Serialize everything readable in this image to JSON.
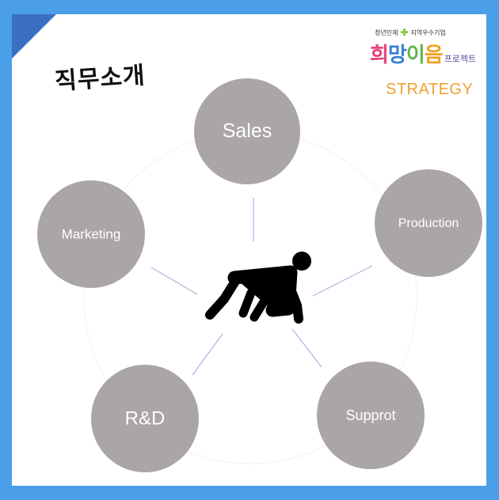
{
  "title": "직무소개",
  "logo": {
    "tagline_left": "청년인재",
    "tagline_right": "지역우수기업",
    "name": "희망이음",
    "suffix": "프로젝트"
  },
  "strategy_label": "STRATEGY",
  "diagram": {
    "center_icon": "runner-start-icon",
    "nodes": [
      {
        "id": "sales",
        "label": "Sales"
      },
      {
        "id": "production",
        "label": "Production"
      },
      {
        "id": "support",
        "label": "Supprot"
      },
      {
        "id": "rnd",
        "label": "R&D"
      },
      {
        "id": "marketing",
        "label": "Marketing"
      }
    ]
  },
  "colors": {
    "frame": "#4a9fe8",
    "corner": "#3a6fc4",
    "node_fill": "#aaa5a7",
    "connector": "#aab4dd",
    "strategy": "#f0a030"
  }
}
